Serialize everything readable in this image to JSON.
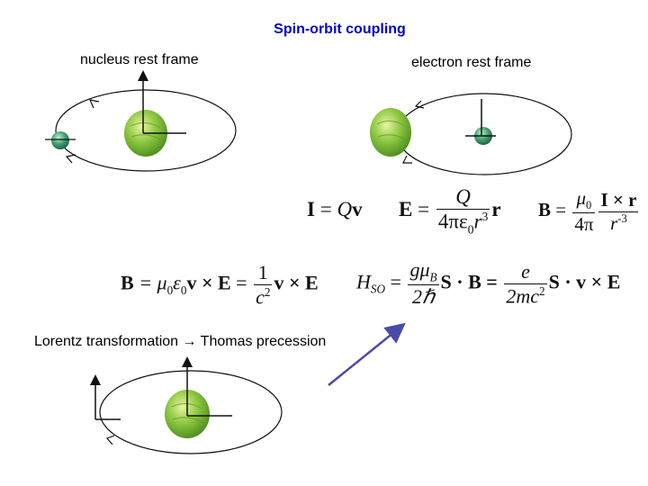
{
  "title": "Spin-orbit coupling",
  "labels": {
    "nucleus_frame": "nucleus rest frame",
    "electron_frame": "electron rest frame",
    "lorentz": "Lorentz transformation → Thomas precession"
  },
  "equations": {
    "current": {
      "lhs": "I",
      "eq": " = ",
      "rhs_q": "Q",
      "rhs_v": "v"
    },
    "efield": {
      "lhs": "E",
      "eq": " = ",
      "num": "Q",
      "den_a": "4πε",
      "den_sub": "0",
      "den_r": "r",
      "den_exp": "3",
      "vec": "r"
    },
    "bfield_current": {
      "lhs": "B",
      "eq": " = ",
      "num_mu": "μ",
      "num_sub": "0",
      "den": "4π",
      "num2": "I × r",
      "den2_r": "r",
      "den2_exp": "-3"
    },
    "bfield_motion": {
      "lhs": "B",
      "part1": " = μ",
      "sub1": "0",
      "part2": "ε",
      "sub2": "0",
      "part3": "v × E",
      "eq2": " = ",
      "num": "1",
      "den_c": "c",
      "den_exp": "2",
      "tail": "v × E"
    },
    "hamiltonian": {
      "H": "H",
      "H_sub": "SO",
      "eq": " = ",
      "num1_g": "gμ",
      "num1_sub": "B",
      "den1": "2ℏ",
      "mid": "S · B = ",
      "num2": "e",
      "den2_a": "2mc",
      "den2_exp": "2",
      "tail": "S · v × E"
    }
  },
  "colors": {
    "title": "#0000cc",
    "arrow": "#4a4aa8",
    "nucleus": "#7fb83a",
    "electron": "#3f9a6e"
  },
  "icons": [
    "nucleus-sphere",
    "electron-sphere",
    "orbit-ellipse",
    "axis-arrows"
  ]
}
